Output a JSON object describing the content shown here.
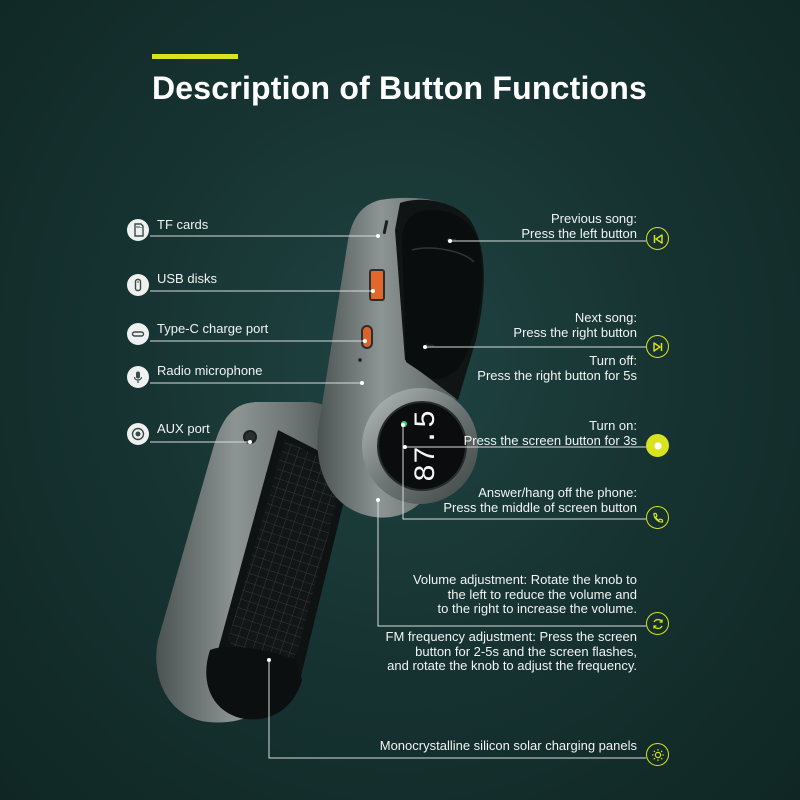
{
  "title": "Description of Button Functions",
  "colors": {
    "accent": "#d9e21f",
    "background": "#173432",
    "line": "#d6dcdb"
  },
  "left_labels": [
    {
      "text": "TF cards",
      "icon": "sd-card-icon"
    },
    {
      "text": "USB disks",
      "icon": "usb-icon"
    },
    {
      "text": "Type-C charge port",
      "icon": "type-c-icon"
    },
    {
      "text": "Radio microphone",
      "icon": "microphone-icon"
    },
    {
      "text": "AUX port",
      "icon": "aux-port-icon"
    }
  ],
  "right_labels": {
    "previous": {
      "line1": "Previous song:",
      "line2": "Press the left button",
      "icon": "previous-track-icon"
    },
    "next": {
      "line1": "Next song:",
      "line2": "Press the right button",
      "icon": "next-track-icon"
    },
    "turn_off": {
      "line1": "Turn off:",
      "line2": "Press the right button for 5s"
    },
    "turn_on": {
      "line1": "Turn on:",
      "line2": "Press the screen button for 3s",
      "icon": "power-icon"
    },
    "phone": {
      "line1": "Answer/hang off  the phone:",
      "line2": "Press the middle of screen button",
      "icon": "phone-icon"
    },
    "volume": {
      "line1": "Volume adjustment: Rotate the knob to",
      "line2": "the left to reduce the volume and",
      "line3": "to the right to increase the volume.",
      "icon": "rotate-knob-icon"
    },
    "fm": {
      "line1": "FM frequency adjustment: Press the screen",
      "line2": "button for 2-5s and the screen flashes,",
      "line3": "and rotate the knob to adjust the frequency."
    },
    "solar": {
      "line1": "Monocrystalline silicon solar charging panels",
      "icon": "sun-icon"
    }
  },
  "display": {
    "frequency": "87.5"
  }
}
